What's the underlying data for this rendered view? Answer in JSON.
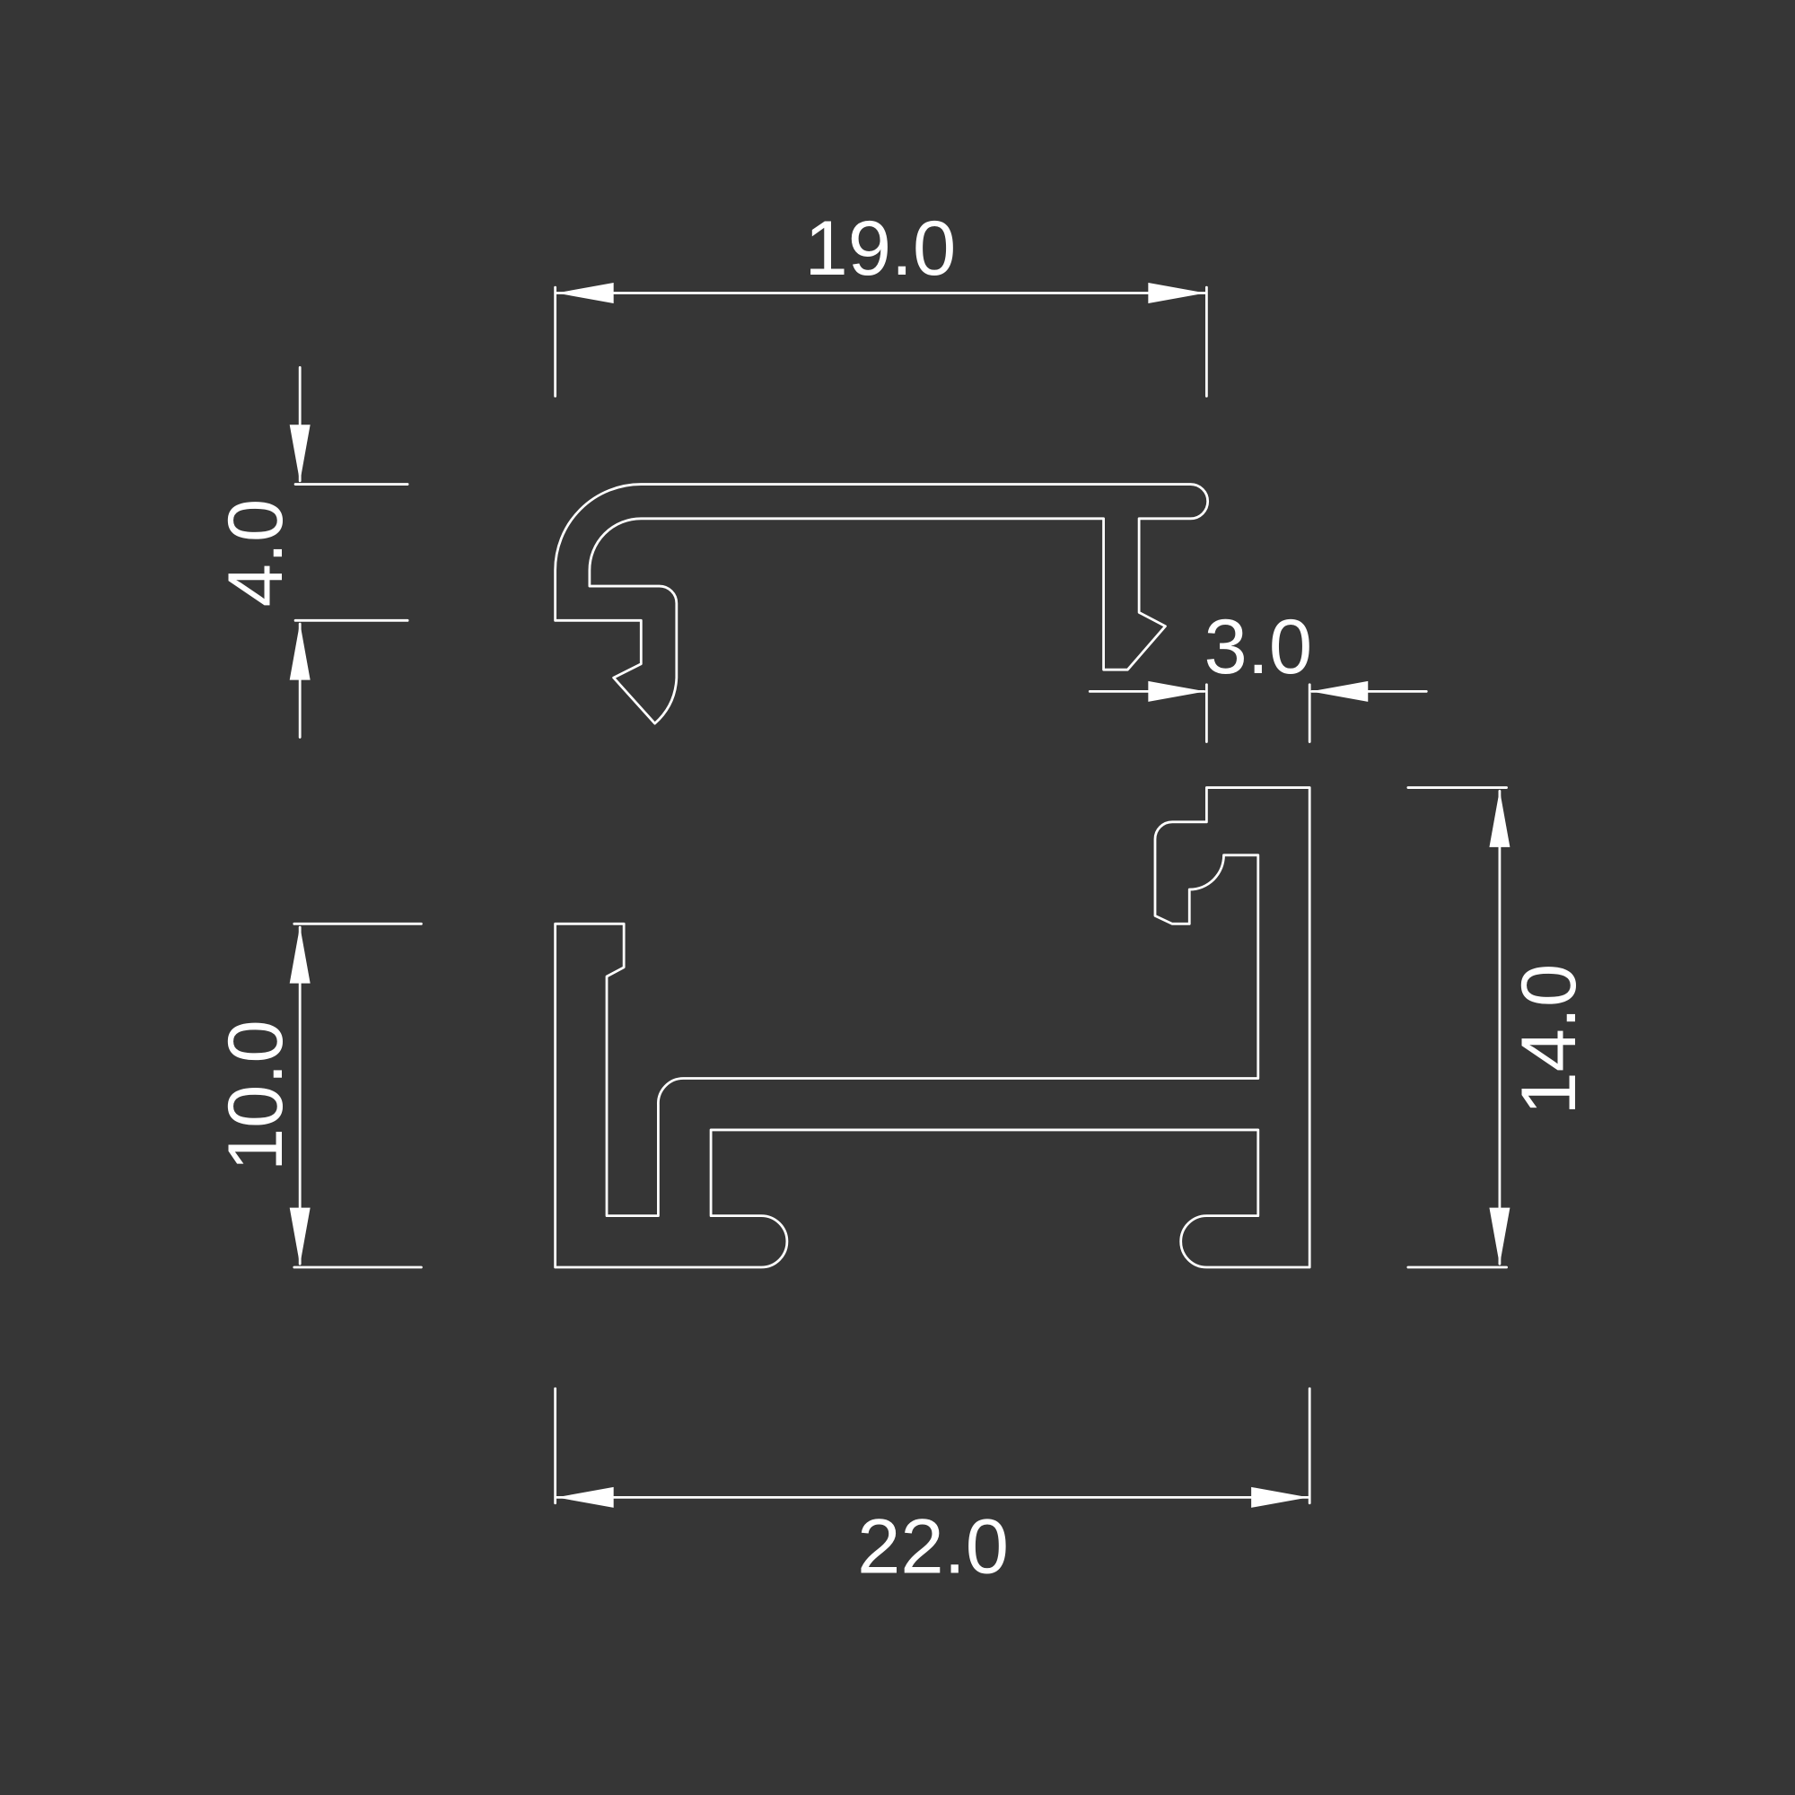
{
  "title": "Profile cross-section drawing",
  "colors": {
    "background": "#363636",
    "line": "#ffffff"
  },
  "dimensions": {
    "top_width": "19.0",
    "top_height": "4.0",
    "gap": "3.0",
    "bottom_left_height": "10.0",
    "bottom_right_height": "14.0",
    "bottom_width": "22.0"
  }
}
